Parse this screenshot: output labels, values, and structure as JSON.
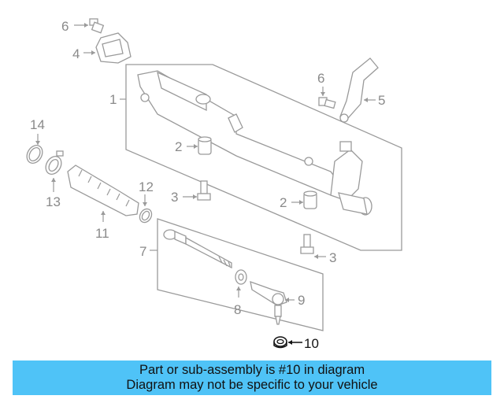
{
  "callouts": {
    "c1": "1",
    "c2a": "2",
    "c2b": "2",
    "c3a": "3",
    "c3b": "3",
    "c4": "4",
    "c5": "5",
    "c6a": "6",
    "c6b": "6",
    "c7": "7",
    "c8": "8",
    "c9": "9",
    "c10": "10",
    "c11": "11",
    "c12": "12",
    "c13": "13",
    "c14": "14"
  },
  "banner": {
    "line1": "Part or sub-assembly is #10 in diagram",
    "line2": "Diagram may not be specific to your vehicle"
  },
  "colors": {
    "banner_bg": "#4fc3f7",
    "line_art": "#9a9a9a",
    "highlight": "#111111"
  }
}
